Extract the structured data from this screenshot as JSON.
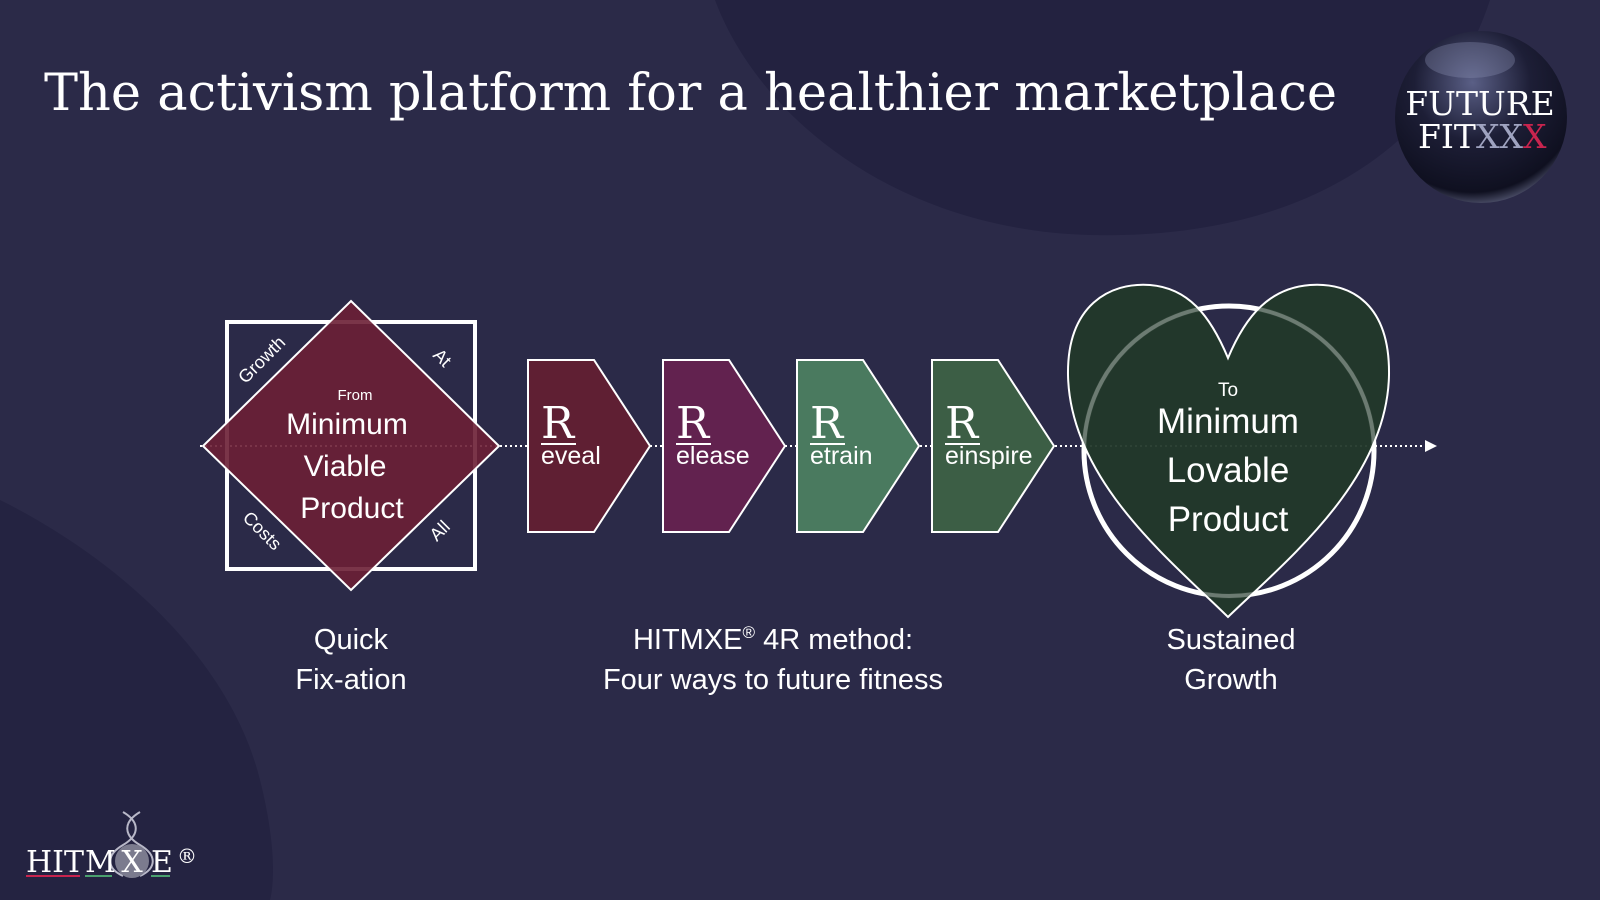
{
  "slide": {
    "title": "The activism platform for a healthier marketplace"
  },
  "logo_top": {
    "line1": "FUTURE",
    "line2_plain": "FIT",
    "line2_xx": "XX",
    "line2_x": "X"
  },
  "mvp": {
    "from": "From",
    "line1": "Minimum",
    "line2": "Viable",
    "line3": "Product",
    "corner_tl": "Growth",
    "corner_tr": "At",
    "corner_bl": "Costs",
    "corner_br": "All"
  },
  "steps": [
    {
      "initial": "R",
      "suffix": "eveal",
      "color": "#5f1f33"
    },
    {
      "initial": "R",
      "suffix": "elease",
      "color": "#62224f"
    },
    {
      "initial": "R",
      "suffix": "etrain",
      "color": "#4a7a5f"
    },
    {
      "initial": "R",
      "suffix": "einspire",
      "color": "#3c5e45"
    }
  ],
  "mlp": {
    "to": "To",
    "line1": "Minimum",
    "line2": "Lovable",
    "line3": "Product"
  },
  "captions": {
    "left_1": "Quick",
    "left_2": "Fix-ation",
    "mid_1": "HITMXE",
    "mid_reg": "®",
    "mid_1b": " 4R method:",
    "mid_2": "Four ways to future fitness",
    "right_1": "Sustained",
    "right_2": "Growth"
  },
  "logo_bottom": {
    "part1": "HIT",
    "part2": "M",
    "part3": "E",
    "reg": "®"
  },
  "colors": {
    "background": "#2b2a48",
    "background_shape": "#242340",
    "diamond": "#6b1f35",
    "heart": "#22382a",
    "text": "#ffffff"
  }
}
